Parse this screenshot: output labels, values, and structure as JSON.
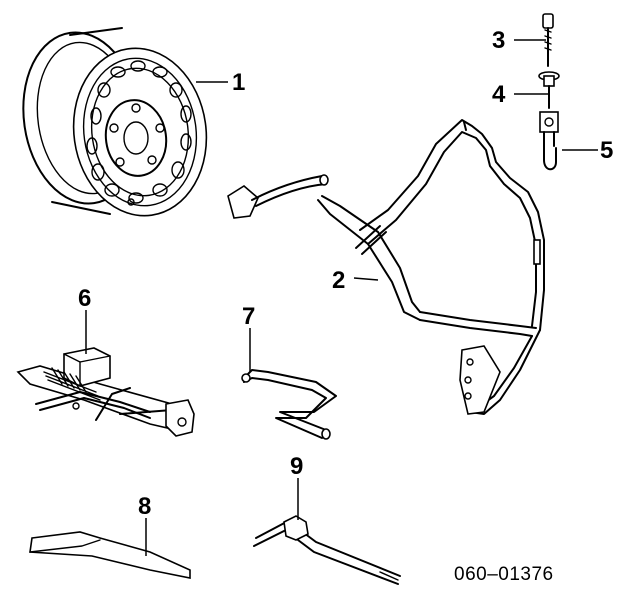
{
  "callouts": [
    {
      "id": "1",
      "label": "1"
    },
    {
      "id": "2",
      "label": "2"
    },
    {
      "id": "3",
      "label": "3"
    },
    {
      "id": "4",
      "label": "4"
    },
    {
      "id": "5",
      "label": "5"
    },
    {
      "id": "6",
      "label": "6"
    },
    {
      "id": "7",
      "label": "7"
    },
    {
      "id": "8",
      "label": "8"
    },
    {
      "id": "9",
      "label": "9"
    }
  ],
  "reference_code": "060–01376"
}
